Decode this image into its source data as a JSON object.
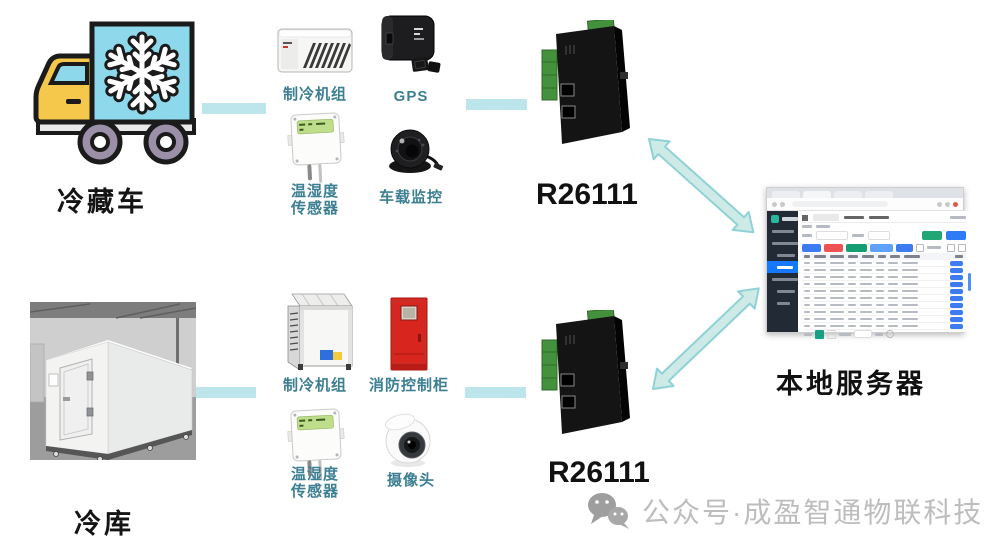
{
  "truck_section": {
    "title": "冷藏车",
    "truck_icon": "refrigerated-truck-icon",
    "gateway": "R26111",
    "devices": [
      {
        "label": "制冷机组",
        "icon": "refrigeration-unit-icon"
      },
      {
        "label": "GPS",
        "icon": "gps-tracker-icon"
      },
      {
        "label": "温湿度",
        "label2": "传感器",
        "icon": "temp-humidity-sensor-icon"
      },
      {
        "label": "车载监控",
        "icon": "vehicle-dome-camera-icon"
      }
    ]
  },
  "storage_section": {
    "title": "冷库",
    "photo_icon": "cold-storage-room-photo",
    "gateway": "R26111",
    "devices": [
      {
        "label": "制冷机组",
        "icon": "industrial-chiller-icon"
      },
      {
        "label": "消防控制柜",
        "icon": "fire-control-cabinet-icon"
      },
      {
        "label": "温湿度",
        "label2": "传感器",
        "icon": "temp-humidity-sensor-icon"
      },
      {
        "label": "摄像头",
        "icon": "turret-camera-icon"
      }
    ]
  },
  "server": {
    "label": "本地服务器",
    "depiction": "browser-window-with-data-table"
  },
  "watermark": {
    "icon": "wechat-icon",
    "text": "公众号·成盈智通物联科技"
  },
  "colors": {
    "device_label_teal": "#3c7f93",
    "connector_cyan": "#bde6ec",
    "arrow_fill": "#cdeae7",
    "arrow_stroke": "#8ed2d6",
    "truck_box_blue": "#8ed8ec",
    "truck_cab_yellow": "#f5c84c",
    "gateway_terminal_green": "#43913c",
    "fire_cabinet_red": "#d8261f",
    "sidebar_highlight_blue": "#1677ff",
    "button_blue": "#3d7bf0",
    "button_red": "#ee5253",
    "button_green": "#169e73",
    "button_teal": "#21a675",
    "pager_teal": "#17a083",
    "watermark_gray": "#bdbdbd"
  }
}
